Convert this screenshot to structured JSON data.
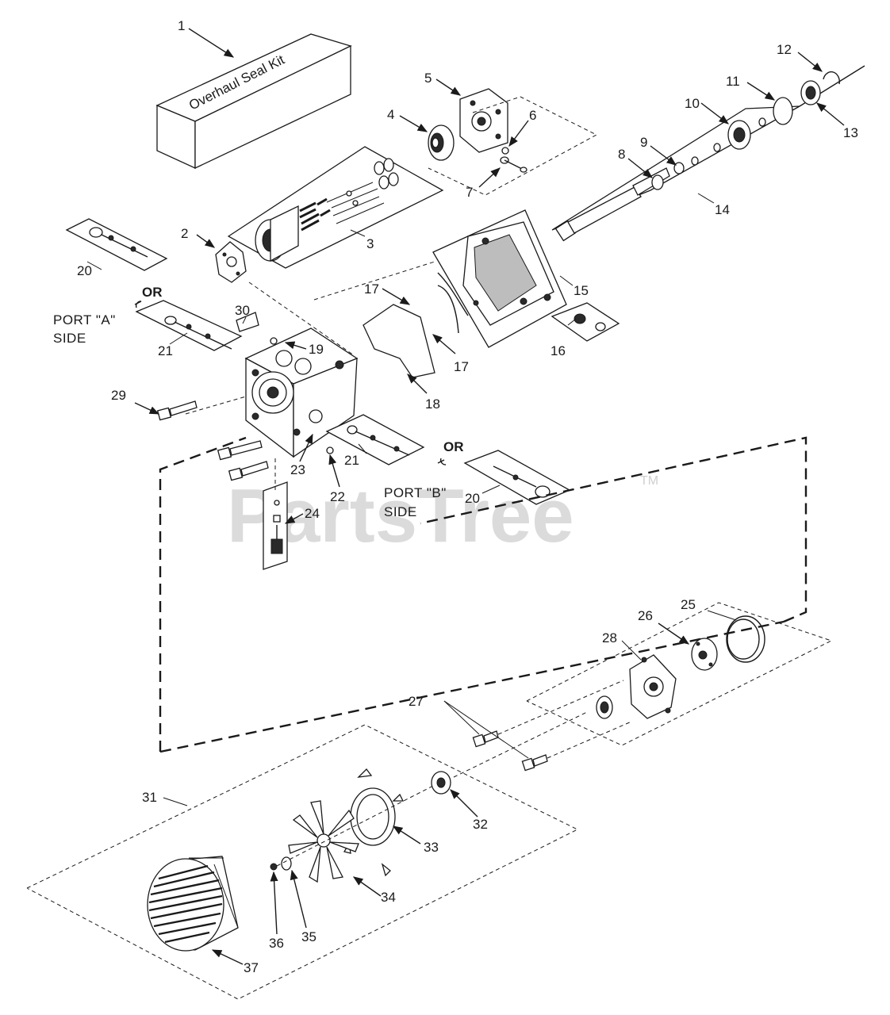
{
  "kit_label": "Overhaul Seal Kit",
  "watermark": "PartsTree",
  "trademark": "TM",
  "or_text": "OR",
  "port_a": {
    "line1": "PORT \"A\"",
    "line2": "SIDE"
  },
  "port_b": {
    "line1": "PORT \"B\"",
    "line2": "SIDE"
  },
  "callouts": {
    "n1": "1",
    "n2": "2",
    "n3": "3",
    "n4": "4",
    "n5": "5",
    "n6": "6",
    "n7": "7",
    "n8": "8",
    "n9": "9",
    "n10": "10",
    "n11": "11",
    "n12": "12",
    "n13": "13",
    "n14": "14",
    "n15": "15",
    "n16": "16",
    "n17a": "17",
    "n17b": "17",
    "n18": "18",
    "n19": "19",
    "n20a": "20",
    "n20b": "20",
    "n21a": "21",
    "n21b": "21",
    "n22": "22",
    "n23": "23",
    "n24": "24",
    "n25": "25",
    "n26": "26",
    "n27": "27",
    "n28": "28",
    "n29": "29",
    "n30": "30",
    "n31": "31",
    "n32": "32",
    "n33": "33",
    "n34": "34",
    "n35": "35",
    "n36": "36",
    "n37": "37"
  }
}
